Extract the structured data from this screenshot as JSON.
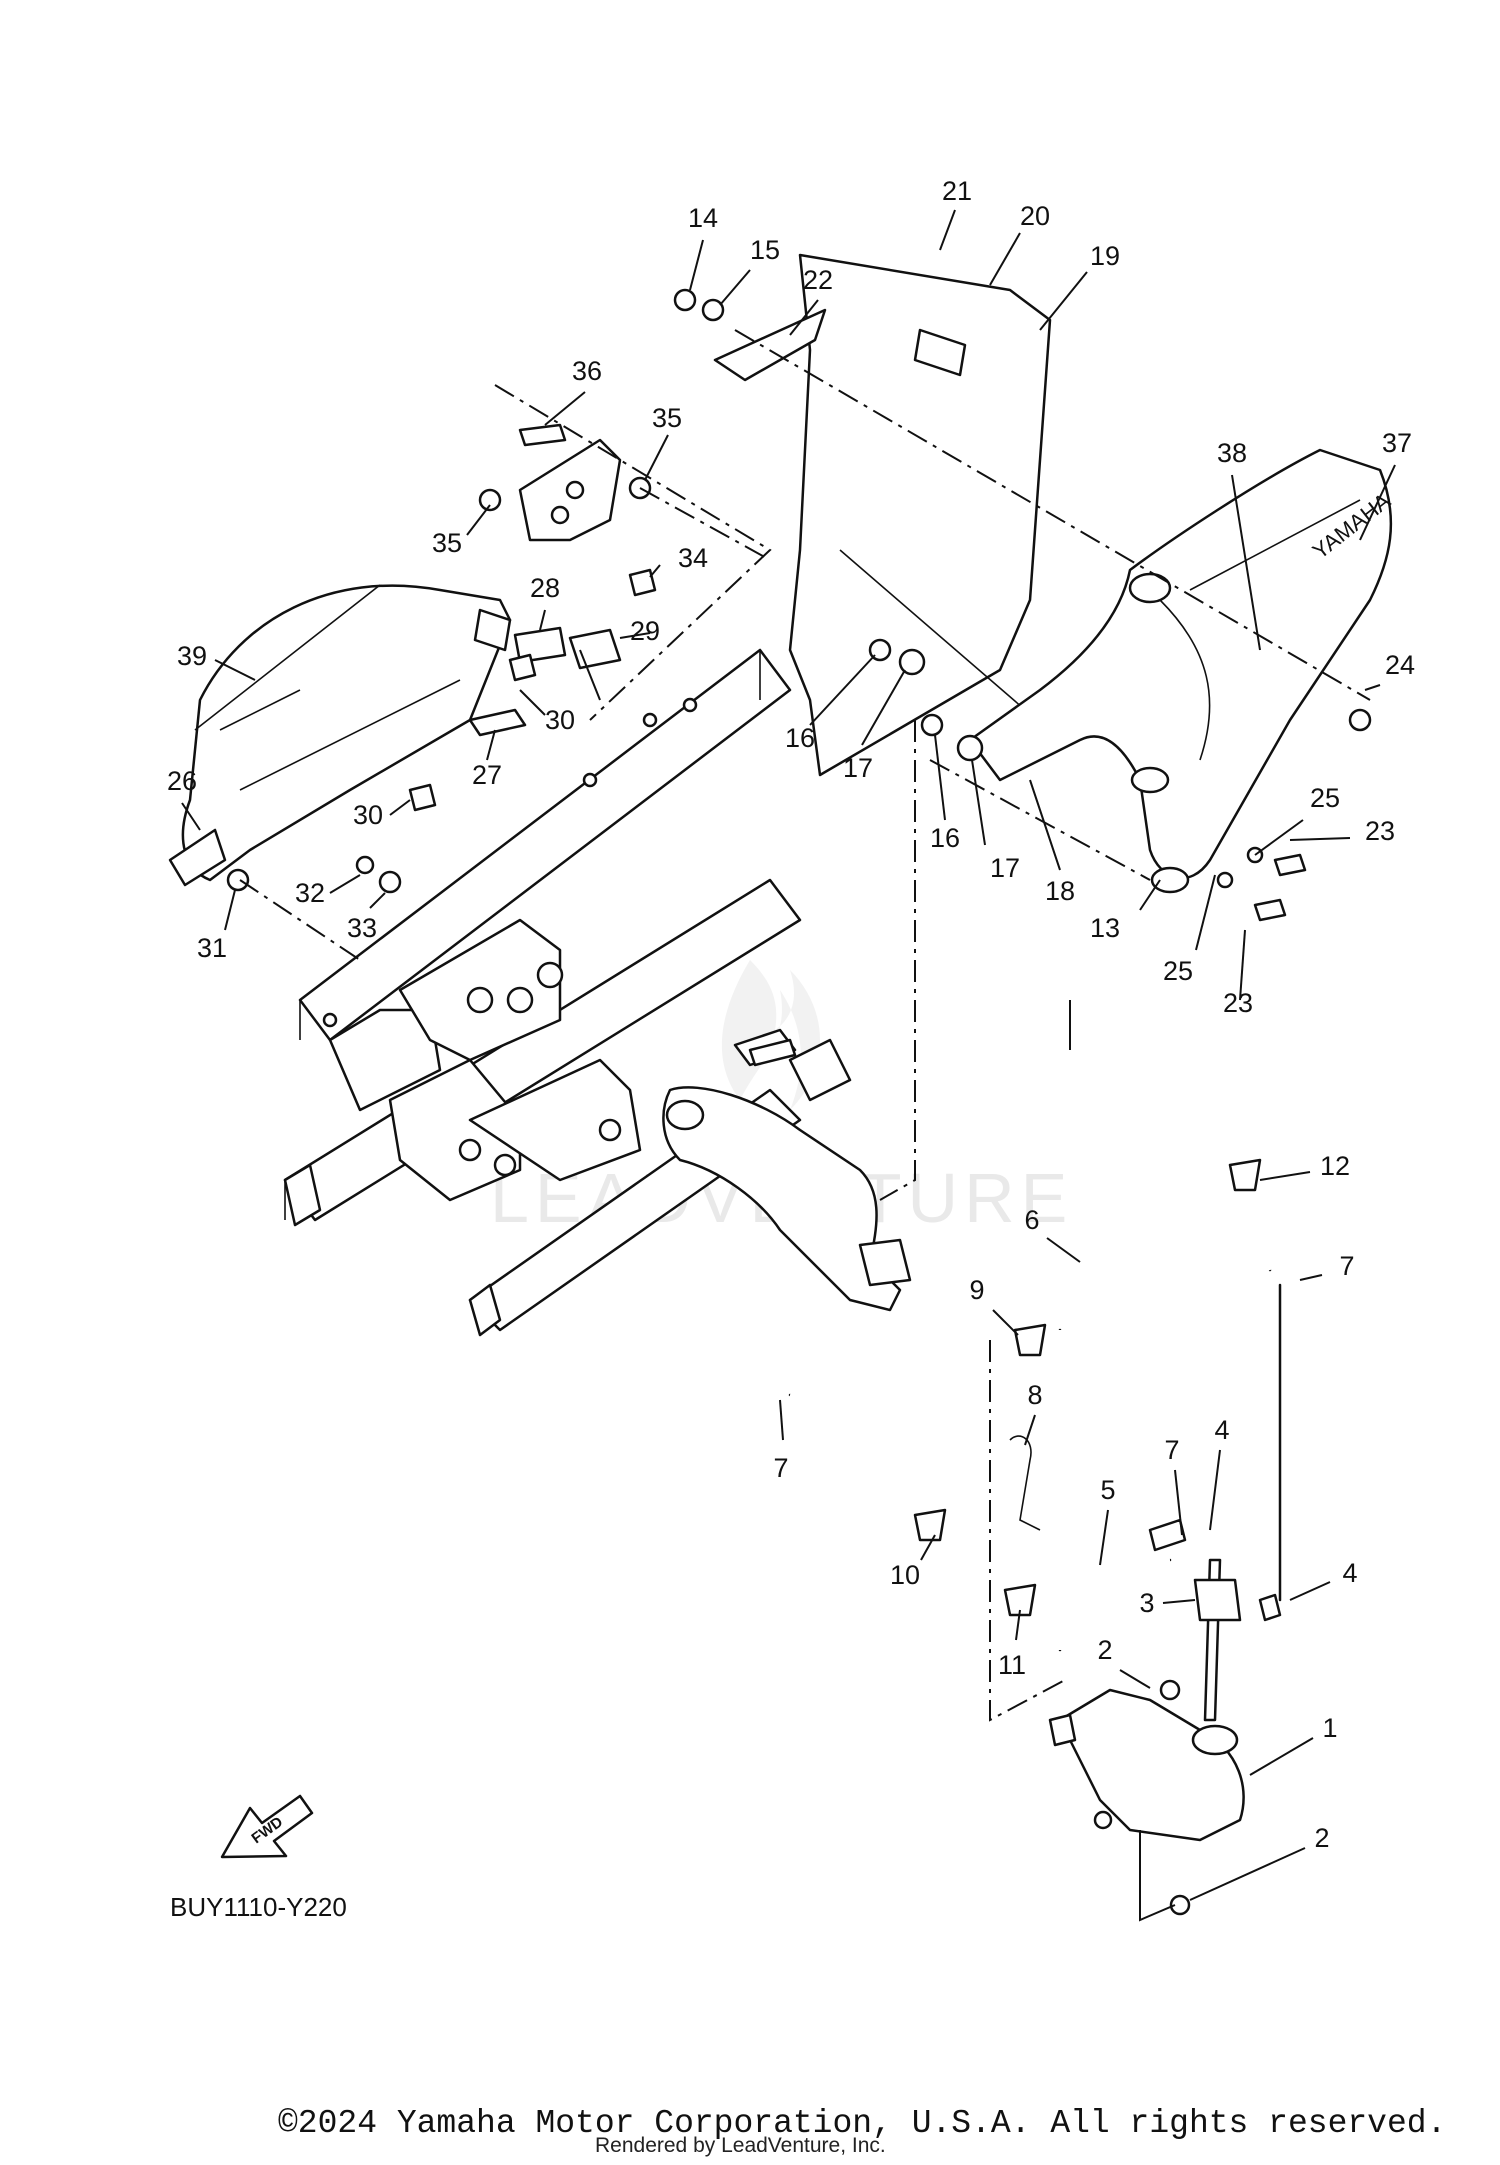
{
  "diagram": {
    "code": "BUY1110-Y220",
    "fwd_label": "FWD",
    "brand_mark": "YAMAHA",
    "watermark": "LEADVENTURE",
    "callouts": [
      "1",
      "2",
      "2",
      "3",
      "4",
      "4",
      "5",
      "6",
      "7",
      "7",
      "7",
      "8",
      "9",
      "10",
      "11",
      "12",
      "13",
      "14",
      "15",
      "16",
      "16",
      "17",
      "17",
      "18",
      "19",
      "20",
      "21",
      "22",
      "23",
      "23",
      "24",
      "25",
      "25",
      "26",
      "27",
      "28",
      "29",
      "30",
      "30",
      "31",
      "32",
      "33",
      "34",
      "35",
      "35",
      "36",
      "37",
      "38",
      "39"
    ]
  },
  "footer": {
    "copyright": "©2024 Yamaha Motor Corporation, U.S.A. All rights reserved.",
    "rendered_by": "Rendered by LeadVenture, Inc."
  },
  "icons": {
    "fwd_arrow": "fwd-arrow-icon",
    "watermark_logo": "flame-logo-icon"
  }
}
